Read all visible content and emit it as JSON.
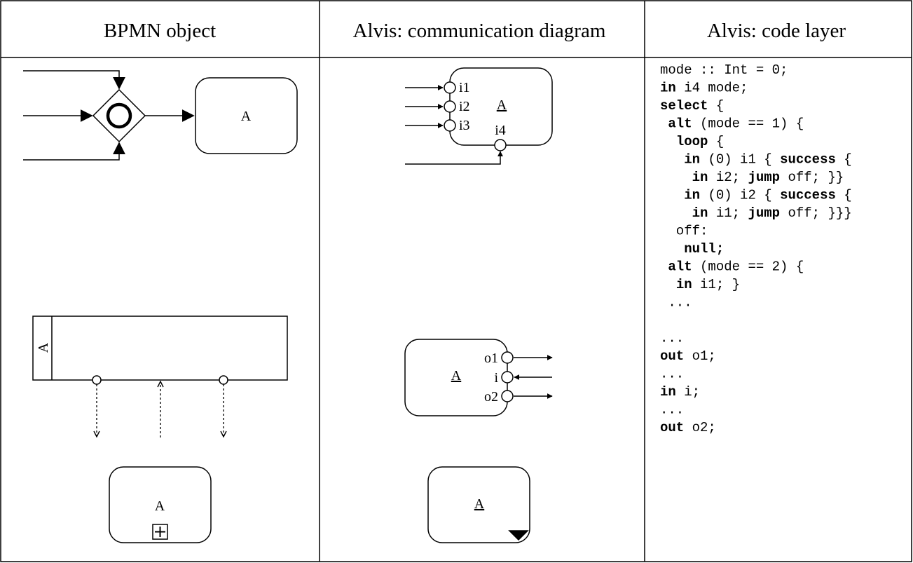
{
  "headers": {
    "bpmn": "BPMN object",
    "comm": "Alvis: communication diagram",
    "code": "Alvis: code layer"
  },
  "bpmn": {
    "gateway_task_label": "A",
    "pool_label": "A",
    "subprocess_label": "A"
  },
  "comm": {
    "agent1": {
      "name": "A",
      "ports": [
        "i1",
        "i2",
        "i3",
        "i4"
      ]
    },
    "agent2": {
      "name": "A",
      "ports": [
        "o1",
        "i",
        "o2"
      ]
    },
    "agent3": {
      "name": "A"
    }
  },
  "code": {
    "lines": [
      [
        {
          "t": "mode :: Int = 0;"
        }
      ],
      [
        {
          "t": "in",
          "k": 1
        },
        {
          "t": " i4 mode;"
        }
      ],
      [
        {
          "t": "select",
          "k": 1
        },
        {
          "t": " {"
        }
      ],
      [
        {
          "t": " "
        },
        {
          "t": "alt",
          "k": 1
        },
        {
          "t": " (mode == 1) {"
        }
      ],
      [
        {
          "t": "  "
        },
        {
          "t": "loop",
          "k": 1
        },
        {
          "t": " {"
        }
      ],
      [
        {
          "t": "   "
        },
        {
          "t": "in",
          "k": 1
        },
        {
          "t": " (0) i1 { "
        },
        {
          "t": "success",
          "k": 1
        },
        {
          "t": " {"
        }
      ],
      [
        {
          "t": "    "
        },
        {
          "t": "in",
          "k": 1
        },
        {
          "t": " i2; "
        },
        {
          "t": "jump",
          "k": 1
        },
        {
          "t": " off; }}"
        }
      ],
      [
        {
          "t": "   "
        },
        {
          "t": "in",
          "k": 1
        },
        {
          "t": " (0) i2 { "
        },
        {
          "t": "success",
          "k": 1
        },
        {
          "t": " {"
        }
      ],
      [
        {
          "t": "    "
        },
        {
          "t": "in",
          "k": 1
        },
        {
          "t": " i1; "
        },
        {
          "t": "jump",
          "k": 1
        },
        {
          "t": " off; }}}"
        }
      ],
      [
        {
          "t": "  off:"
        }
      ],
      [
        {
          "t": "   "
        },
        {
          "t": "null;",
          "k": 1
        }
      ],
      [
        {
          "t": " "
        },
        {
          "t": "alt",
          "k": 1
        },
        {
          "t": " (mode == 2) {"
        }
      ],
      [
        {
          "t": "  "
        },
        {
          "t": "in",
          "k": 1
        },
        {
          "t": " i1; }"
        }
      ],
      [
        {
          "t": " ..."
        }
      ],
      [
        {
          "t": ""
        }
      ],
      [
        {
          "t": "..."
        }
      ],
      [
        {
          "t": "out",
          "k": 1
        },
        {
          "t": " o1;"
        }
      ],
      [
        {
          "t": "..."
        }
      ],
      [
        {
          "t": "in",
          "k": 1
        },
        {
          "t": " i;"
        }
      ],
      [
        {
          "t": "..."
        }
      ],
      [
        {
          "t": "out",
          "k": 1
        },
        {
          "t": " o2;"
        }
      ]
    ]
  }
}
